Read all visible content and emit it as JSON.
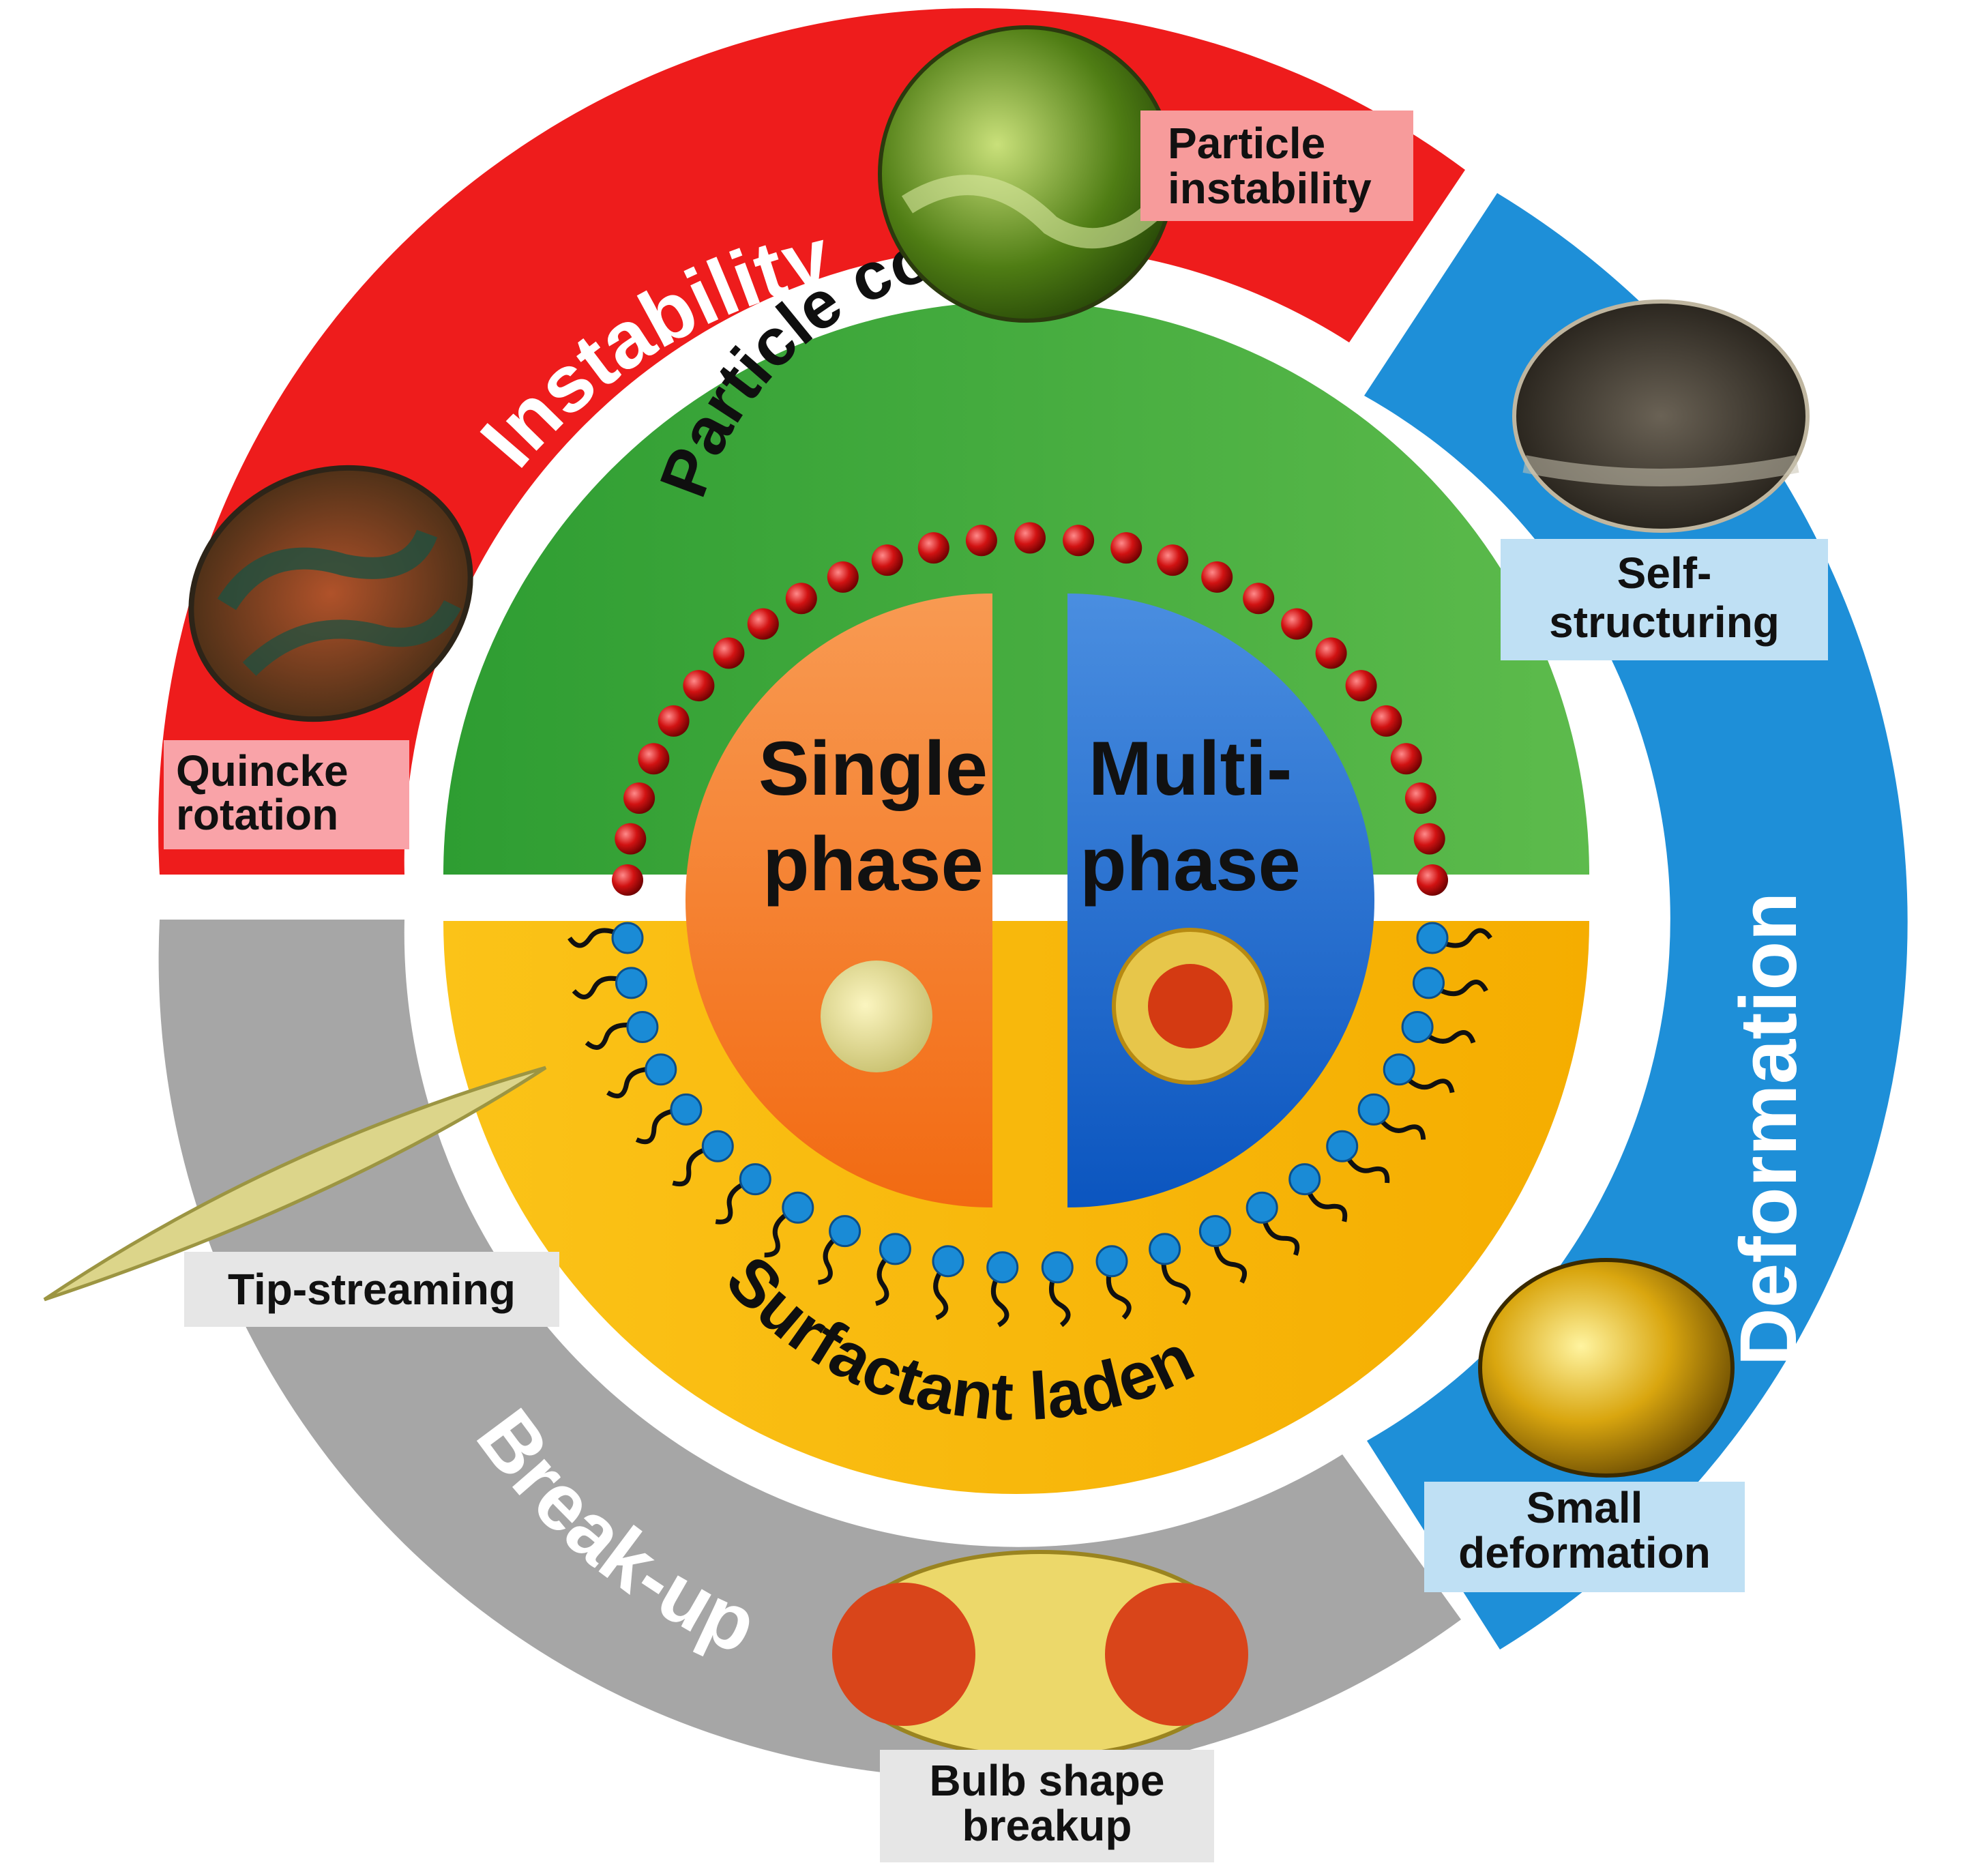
{
  "outer_ring": {
    "instability": {
      "label": "Instability",
      "color": "#ee1c1c"
    },
    "deformation": {
      "label": "Deformation",
      "color": "#1e8fd8"
    },
    "breakup": {
      "label": "Break-up",
      "color": "#a6a6a6"
    }
  },
  "quadrants": {
    "particle_covered": {
      "label": "Particle covered",
      "color": "#3faa3a"
    },
    "surfactant_laden": {
      "label": "Surfactant laden",
      "color": "#f7b500"
    }
  },
  "core": {
    "single": {
      "line1": "Single",
      "line2": "phase",
      "color": "#f57a1f"
    },
    "multi": {
      "line1": "Multi-",
      "line2": "phase",
      "color": "#1a5fc4"
    }
  },
  "captions": {
    "particle_instability": [
      "Particle",
      "instability"
    ],
    "quincke_rotation": [
      "Quincke",
      "rotation"
    ],
    "self_structuring": [
      "Self-",
      "structuring"
    ],
    "small_deformation": [
      "Small",
      "deformation"
    ],
    "tip_streaming": [
      "Tip-streaming"
    ],
    "bulb_breakup": [
      "Bulb shape",
      "breakup"
    ]
  }
}
